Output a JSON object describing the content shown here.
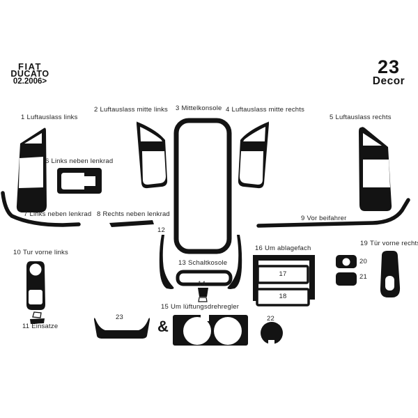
{
  "page": {
    "background": "#ffffff",
    "part_color": "#131313",
    "text_color": "#1f1f1f"
  },
  "header": {
    "brand": [
      "FIAT",
      "DUCATO",
      "02.2006>"
    ],
    "kit_count": "23",
    "kit_label": "Decor"
  },
  "ampersand": "&",
  "parts": [
    {
      "number": "1",
      "name": "Luftauslass links"
    },
    {
      "number": "2",
      "name": "Luftauslass mitte links"
    },
    {
      "number": "3",
      "name": "Mittelkonsole"
    },
    {
      "number": "4",
      "name": "Luftauslass mitte rechts"
    },
    {
      "number": "5",
      "name": "Luftauslass rechts"
    },
    {
      "number": "6",
      "name": "Links neben lenkrad"
    },
    {
      "number": "7",
      "name": "Links neben lenkrad"
    },
    {
      "number": "8",
      "name": "Rechts neben lenkrad"
    },
    {
      "number": "9",
      "name": "Vor beifahrer"
    },
    {
      "number": "10",
      "name": "Tur vorne links"
    },
    {
      "number": "11",
      "name": "Einsatze"
    },
    {
      "number": "12",
      "name": ""
    },
    {
      "number": "13",
      "name": "Schaltkosole"
    },
    {
      "number": "14",
      "name": ""
    },
    {
      "number": "15",
      "name": "Um lüftungsdrehregler"
    },
    {
      "number": "16",
      "name": "Um ablagefach"
    },
    {
      "number": "17",
      "name": ""
    },
    {
      "number": "18",
      "name": ""
    },
    {
      "number": "19",
      "name": "Tür vorne rechts"
    },
    {
      "number": "20",
      "name": ""
    },
    {
      "number": "21",
      "name": ""
    },
    {
      "number": "22",
      "name": ""
    },
    {
      "number": "23",
      "name": ""
    }
  ]
}
